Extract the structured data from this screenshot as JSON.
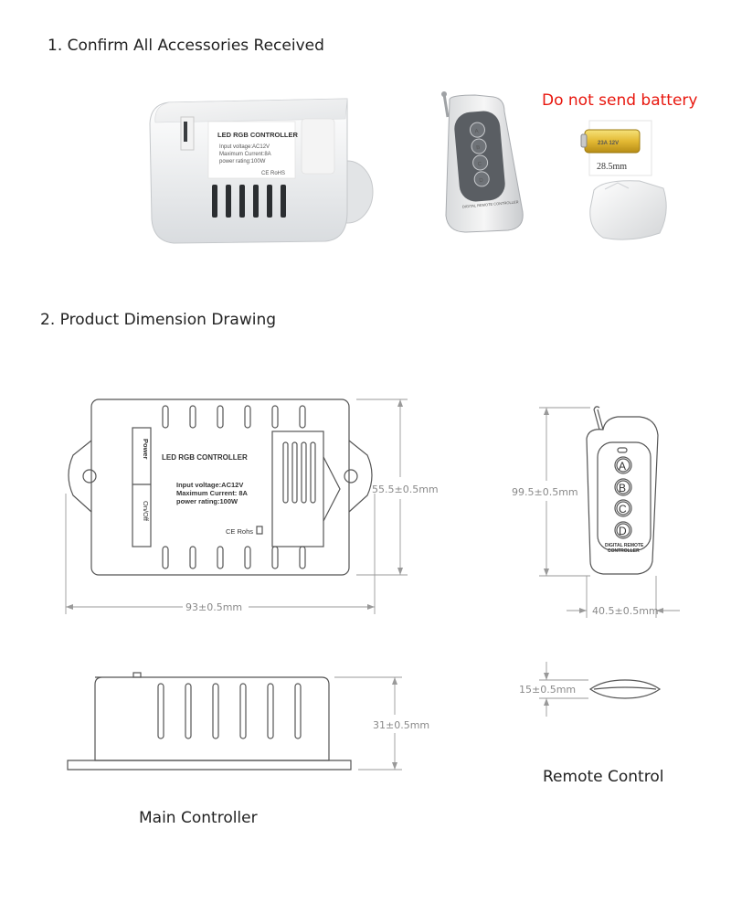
{
  "sections": {
    "accessories_heading": "1. Confirm All Accessories Received",
    "dimension_heading": "2. Product Dimension Drawing"
  },
  "battery_note": "Do not send battery",
  "captions": {
    "main_controller": "Main Controller",
    "remote_control": "Remote Control"
  },
  "photo": {
    "controller_title": "LED RGB CONTROLLER",
    "controller_spec1": "Input voltage:AC12V",
    "controller_spec2": "Maximum Current:8A",
    "controller_spec3": "power rating:100W",
    "controller_certs": "CE RoHS",
    "remote_buttons": [
      "A",
      "B",
      "C",
      "D"
    ],
    "remote_label": "DIGITAL REMOTE CONTROLLER",
    "battery_label": "23A 12V",
    "battery_size": "28.5mm"
  },
  "drawing": {
    "controller_title": "LED RGB CONTROLLER",
    "spec1": "Input  voltage:AC12V",
    "spec2": "Maximum  Current: 8A",
    "spec3": "power  rating:100W",
    "certs": "CE  Rohs",
    "power_label": "Power",
    "onoff_label": "On/Off",
    "remote_buttons": [
      "A",
      "B",
      "C",
      "D"
    ],
    "remote_label1": "DIGITAL REMOTE",
    "remote_label2": "CONTROLLER"
  },
  "dimensions": {
    "controller_height": "55.5±0.5mm",
    "controller_width": "93±0.5mm",
    "controller_depth": "31±0.5mm",
    "remote_height": "99.5±0.5mm",
    "remote_width": "40.5±0.5mm",
    "remote_thickness": "15±0.5mm"
  }
}
